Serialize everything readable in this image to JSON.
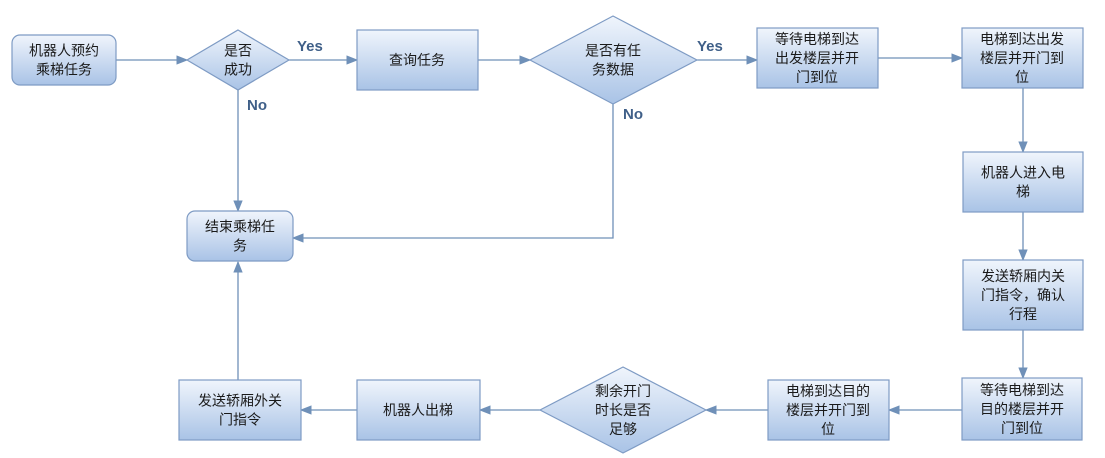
{
  "colors": {
    "box_fill_top": "#f0f5fc",
    "box_fill_bottom": "#a9c3e6",
    "box_stroke": "#7e9bc4",
    "connector": "#6f90b8",
    "yes_no_text": "#3f5f88",
    "node_text": "#1a1a1a"
  },
  "nodes": {
    "reserve_task": {
      "lines": [
        "机器人预约",
        "乘梯任务"
      ]
    },
    "check_success": {
      "lines": [
        "是否",
        "成功"
      ]
    },
    "query_task": {
      "lines": [
        "查询任务"
      ]
    },
    "has_task_data": {
      "lines": [
        "是否有任",
        "务数据"
      ]
    },
    "wait_departure": {
      "lines": [
        "等待电梯到达",
        "出发楼层并开",
        "门到位"
      ]
    },
    "arrive_departure": {
      "lines": [
        "电梯到达出发",
        "楼层并开门到",
        "位"
      ]
    },
    "robot_enter": {
      "lines": [
        "机器人进入电",
        "梯"
      ]
    },
    "send_close_in": {
      "lines": [
        "发送轿厢内关",
        "门指令，确认",
        "行程"
      ]
    },
    "wait_target": {
      "lines": [
        "等待电梯到达",
        "目的楼层并开",
        "门到位"
      ]
    },
    "arrive_target": {
      "lines": [
        "电梯到达目的",
        "楼层并开门到",
        "位"
      ]
    },
    "enough_time": {
      "lines": [
        "剩余开门",
        "时长是否",
        "足够"
      ]
    },
    "robot_exit": {
      "lines": [
        "机器人出梯"
      ]
    },
    "send_close_out": {
      "lines": [
        "发送轿厢外关",
        "门指令"
      ]
    },
    "end_task": {
      "lines": [
        "结束乘梯任",
        "务"
      ]
    }
  },
  "edge_labels": {
    "yes_1": "Yes",
    "no_1": "No",
    "yes_2": "Yes",
    "no_2": "No"
  },
  "icons": [
    "arrowhead-icon"
  ]
}
